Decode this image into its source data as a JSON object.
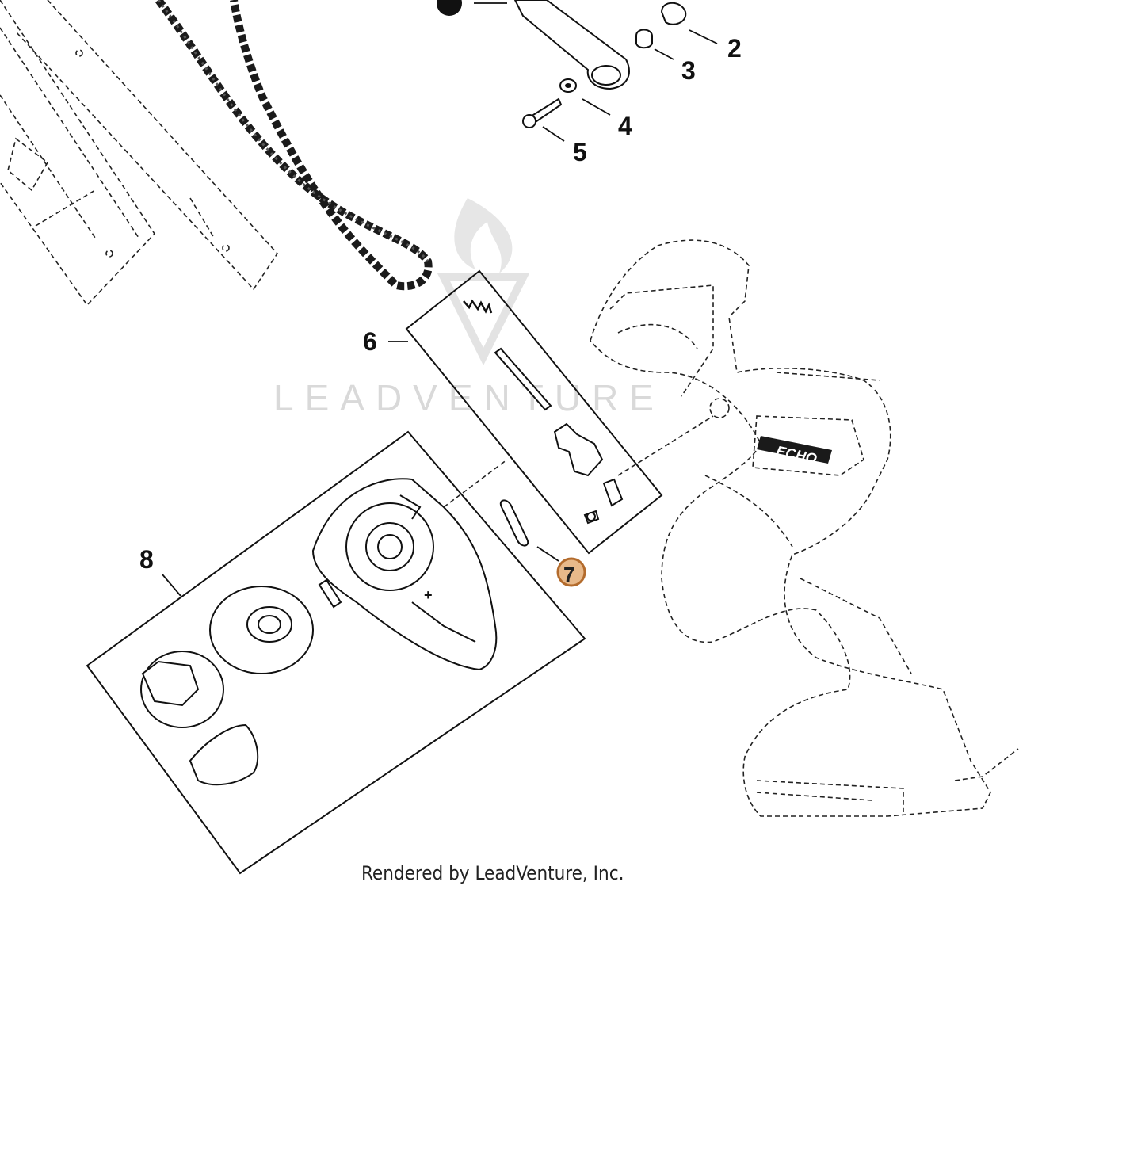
{
  "diagram": {
    "watermark": "LEADVENTURE",
    "credit": "Rendered by LeadVenture, Inc.",
    "brand": "ECHO",
    "callouts": [
      {
        "id": "2",
        "label": "2"
      },
      {
        "id": "3",
        "label": "3"
      },
      {
        "id": "4",
        "label": "4"
      },
      {
        "id": "5",
        "label": "5"
      },
      {
        "id": "6",
        "label": "6"
      },
      {
        "id": "7",
        "label": "7",
        "highlighted": true
      },
      {
        "id": "8",
        "label": "8"
      }
    ],
    "colors": {
      "highlight_fill": "#e8b98a",
      "highlight_stroke": "#b36b2c",
      "watermark": "#d9d9d9",
      "line": "#111111"
    }
  }
}
